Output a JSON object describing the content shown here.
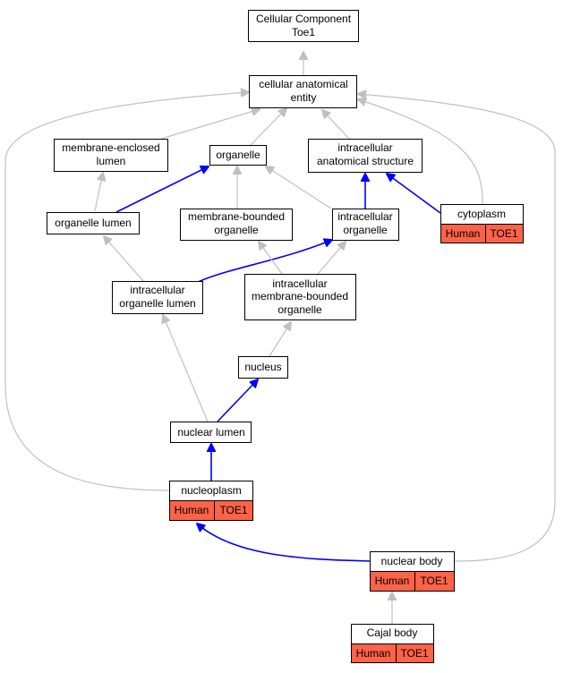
{
  "title": {
    "line1": "Cellular Component",
    "line2": "Toe1"
  },
  "terms": {
    "cellular_anatomical_entity": {
      "line1": "cellular anatomical",
      "line2": "entity"
    },
    "membrane_enclosed_lumen": {
      "line1": "membrane-enclosed",
      "line2": "lumen"
    },
    "organelle": {
      "line1": "organelle"
    },
    "intracellular_anatomical_structure": {
      "line1": "intracellular",
      "line2": "anatomical structure"
    },
    "organelle_lumen": {
      "line1": "organelle lumen"
    },
    "membrane_bounded_organelle": {
      "line1": "membrane-bounded",
      "line2": "organelle"
    },
    "intracellular_organelle": {
      "line1": "intracellular",
      "line2": "organelle"
    },
    "cytoplasm": {
      "line1": "cytoplasm"
    },
    "intracellular_organelle_lumen": {
      "line1": "intracellular",
      "line2": "organelle lumen"
    },
    "intracellular_membrane_bounded_organelle": {
      "line1": "intracellular",
      "line2": "membrane-bounded",
      "line3": "organelle"
    },
    "nucleus": {
      "line1": "nucleus"
    },
    "nuclear_lumen": {
      "line1": "nuclear lumen"
    },
    "nucleoplasm": {
      "line1": "nucleoplasm"
    },
    "nuclear_body": {
      "line1": "nuclear body"
    },
    "cajal_body": {
      "line1": "Cajal body"
    }
  },
  "annotations": {
    "cytoplasm": {
      "species": "Human",
      "gene": "TOE1"
    },
    "nucleoplasm": {
      "species": "Human",
      "gene": "TOE1"
    },
    "nuclear_body": {
      "species": "Human",
      "gene": "TOE1"
    },
    "cajal_body": {
      "species": "Human",
      "gene": "TOE1"
    }
  },
  "colors": {
    "annotation_fill": "#ff6347",
    "grey_edge": "#c0c0c0",
    "blue_edge": "#0000ff"
  }
}
